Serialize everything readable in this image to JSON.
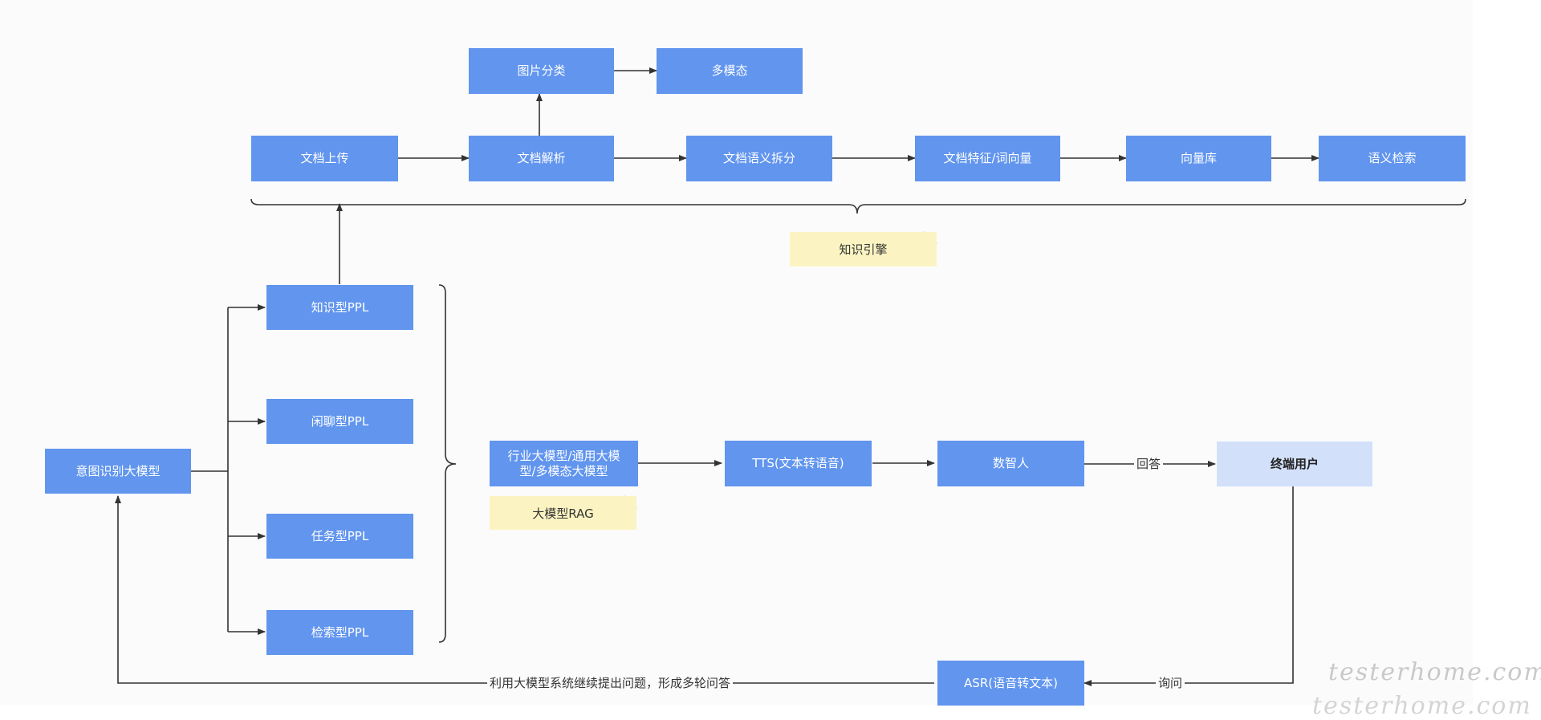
{
  "nodes": {
    "img_classify": "图片分类",
    "multimodal": "多模态",
    "doc_upload": "文档上传",
    "doc_parse": "文档解析",
    "doc_split": "文档语义拆分",
    "doc_vector": "文档特征/词向量",
    "vector_db": "向量库",
    "semantic_search": "语义检索",
    "knowledge_ppl": "知识型PPL",
    "chat_ppl": "闲聊型PPL",
    "task_ppl": "任务型PPL",
    "search_ppl": "检索型PPL",
    "intent_model": "意图识别大模型",
    "llm": "行业大模型/通用大模型/多模态大模型",
    "tts": "TTS(文本转语音)",
    "digital_human": "数智人",
    "end_user": "终端用户",
    "asr": "ASR(语音转文本)"
  },
  "notes": {
    "knowledge_engine": "知识引擎",
    "llm_rag": "大模型RAG"
  },
  "edge_labels": {
    "answer": "回答",
    "ask": "询问",
    "multi_turn": "利用大模型系统继续提出问题，形成多轮问答"
  },
  "watermark": {
    "line1": "testerhome.com",
    "line2": "testerhome.com"
  },
  "colors": {
    "node_fill": "#6195ee",
    "terminal_fill": "#d2e0f9",
    "note_fill": "#fbf4c2",
    "line": "#333333"
  }
}
